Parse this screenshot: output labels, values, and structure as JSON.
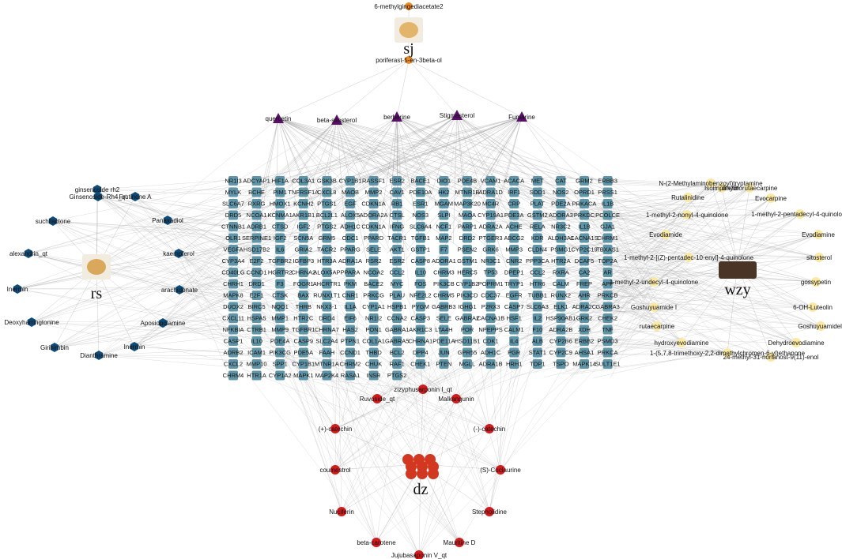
{
  "colors": {
    "background": "#ffffff",
    "edge": "#9a9a9a",
    "target_node": "#5e95a8",
    "shared_node": "#5b0f6b",
    "sj_node": "#f08a1e",
    "rs_node": "#0f4c78",
    "wzy_node": "#fae9a3",
    "dz_node": "#d7191c"
  },
  "herbs": [
    {
      "id": "sj",
      "label": "sj"
    },
    {
      "id": "rs",
      "label": "rs"
    },
    {
      "id": "wzy",
      "label": "wzy"
    },
    {
      "id": "dz",
      "label": "dz"
    }
  ],
  "shared_compounds": [
    "quercetin",
    "beta-sitosterol",
    "berberine",
    "Stigmasterol",
    "Fumarine"
  ],
  "compounds": {
    "sj": [
      "6-methylgingediacetate2",
      "poriferast-5-en-3beta-ol"
    ],
    "rs": [
      "ginsenoside rh2",
      "Ginsenoside-Rh4_qt",
      "Frutinone A",
      "suchilactone",
      "Panaxadiol",
      "alexandrin_qt",
      "kaempferol",
      "Inermin",
      "arachidonate",
      "Deoxyharringtonine",
      "Aposiopolamine",
      "Girinimbin",
      "Inermin",
      "Dianthramine"
    ],
    "wzy": [
      "N-(2-Methylaminobenzoyl)tryptamine",
      "Isoimpinellin",
      "dihydrorutaecarpine",
      "Rutalinidine",
      "Evocarpine",
      "1-methyl-2-nonyl-4-quinolone",
      "1-methyl-2-pentadecyl-4-quinolone",
      "Evodiamide",
      "Evodiamine",
      "1-methyl-2-[(Z)-pentadec-10-enyl]-4-quinolone",
      "sitosterol",
      "1-methyl-2-undecyl-4-quinolone",
      "gossypetin",
      "Goshuyuamide I",
      "6-OH-Luteolin",
      "rutaecarpine",
      "Goshuyuamidell",
      "hydroxyevodiamine",
      "Dehydroevodiamine",
      "1-(5,7,8-trimethoxy-2,2-dimethylchromen-6-yl)ethanone",
      "24-methyl-31-norlanost-9(11)-enol"
    ],
    "dz": [
      "zizyphusarponin I_qt",
      "Ruvoside_qt",
      "Malkangunin",
      "(+)-catechin",
      "(-)-catechin",
      "coumestrol",
      "(S)-Coclaurine",
      "Nuciferin",
      "Stepholidine",
      "beta-carotene",
      "Mauritine D",
      "Jujubasaponin V_qt"
    ]
  },
  "targets": [
    "NR1I3",
    "ADCYAP1",
    "HIF1A",
    "COL3A1",
    "GSK3B",
    "CYP1B1",
    "RASSF1",
    "ESR2",
    "BACE1",
    "DIO1",
    "PDE4B",
    "VCAM1",
    "ACACA",
    "MET",
    "CAT",
    "GRM2",
    "ERBB3",
    "MYLK",
    "BCHE",
    "PIM1",
    "TNFRSF1A",
    "CXCL8",
    "MAOB",
    "MMP2",
    "CAV1",
    "PDE10A",
    "HK2",
    "MTNR1B",
    "ADRA1D",
    "IRF1",
    "SOD1",
    "NOS2",
    "OPRD1",
    "PRSS1",
    "SLC6A7",
    "RXRG",
    "HMOX1",
    "KCNH2",
    "PTGS1",
    "EGF",
    "CDKN1A",
    "RB1",
    "ESR1",
    "MGAM",
    "MAP3K20",
    "MC4R",
    "CRP",
    "PLAT",
    "PDE2A",
    "PRKACA",
    "IL1B",
    "DRD5",
    "NCOA1",
    "KCNMA1",
    "AKR1B1",
    "BCL2L1",
    "ALOX5",
    "ADORA2A",
    "CTSL",
    "NOS3",
    "SLPI",
    "MAOA",
    "CYP19A1",
    "PDE3A",
    "GSTM2",
    "ADORA3",
    "PRKDC",
    "PCOLCE",
    "CTNNB1",
    "ADRB1",
    "CTSD",
    "IGF2",
    "PTGS2",
    "ADH1C",
    "CDKN1A",
    "IFNG",
    "SLC6A4",
    "NCF1",
    "PARP1",
    "ADRA2A",
    "ACHE",
    "RELA",
    "NR3C2",
    "IL1B",
    "GJA1",
    "OLR1",
    "SERPINE1",
    "IGF2",
    "SCN5A",
    "GRM5",
    "ODC1",
    "PPARD",
    "TACR1",
    "TGFB1",
    "MAP2",
    "DRD2",
    "PTGER3",
    "ABCG2",
    "KDR",
    "ALDH3A1",
    "CACNA1S",
    "CHRM1",
    "VEGFA",
    "HSD17B2",
    "IL6",
    "GRIA2",
    "TACR2",
    "PPARG",
    "SELE",
    "AKT1",
    "GSTP1",
    "F7",
    "PSEN2",
    "GRK6",
    "MMP3",
    "CLDN4",
    "PSMG1",
    "CYP2C19",
    "TBXAS1",
    "CYP3A4",
    "E2F2",
    "TGFBR2",
    "IGFBP3",
    "HTR3A",
    "ADRA1A",
    "RSR2",
    "ESR2",
    "CASP8",
    "ADORA1",
    "GSTM1",
    "NR3C1",
    "CNR2",
    "PPP3CA",
    "HTR2A",
    "DCAF5",
    "TOP2A",
    "CD40LG",
    "CCND1",
    "HGRTR2",
    "CHRNA2",
    "ALOX5AP",
    "PPARA",
    "NCOA2",
    "CCL2",
    "IL10",
    "CHRM3",
    "HERC5",
    "TP53",
    "DPEP1",
    "CCL2",
    "RXRA",
    "CA2",
    "AR",
    "CHRH1",
    "DRD1",
    "F3",
    "FOGR1",
    "AHCRTR1",
    "PKM",
    "BACE2",
    "MYC",
    "FOS",
    "PIK3CB",
    "CYP1B2",
    "POPRM1",
    "TRYP1",
    "HTR6",
    "CALM",
    "FREP",
    "APP",
    "MAPK8",
    "E2F1",
    "CTSK",
    "BAX",
    "RUNX1T1",
    "CNR1",
    "PRKCG",
    "PLAU",
    "NFE2L2",
    "CHRM5",
    "PIK3CD",
    "CDC37",
    "EGFR",
    "TUBB1",
    "RUNX2",
    "AHR",
    "PRKCB",
    "DUOX2",
    "BIRC5",
    "NQO1",
    "THRB",
    "NKX3-1",
    "IL1A",
    "CYP1A1",
    "HSPB1",
    "PYGM",
    "GABRB3",
    "IGHG1",
    "P2RX3",
    "CASP7",
    "SLC6A3",
    "ELK1",
    "ADRA2C",
    "GABRA3",
    "CXCL11",
    "HSPA5",
    "MMP1",
    "HTR2C",
    "DRD4",
    "EIF6",
    "NR1I2",
    "CCNA2",
    "CASP3",
    "SELE",
    "GABRA2",
    "CACNA1B",
    "HSF1",
    "IL2",
    "HSP90AB1",
    "GRK2",
    "CHEK2",
    "NFKBIA",
    "CTRB1",
    "MMP9",
    "TGFBR1",
    "CHRNA7",
    "HAS2",
    "PON1",
    "GABRA1",
    "AKR1C3",
    "LTA4H",
    "POR",
    "NPEPPS",
    "CALM1",
    "F10",
    "ADRA2B",
    "XDH",
    "TNF",
    "CASP1",
    "IL10",
    "PDE4A",
    "CASP9",
    "SLC2A4",
    "PTPN1",
    "COL1A1",
    "GABRA5",
    "CHRNA1",
    "PDE11A",
    "HSD11B1",
    "CDK1",
    "IL4",
    "ALB",
    "CYP2B6",
    "ERBB2",
    "PSMD3",
    "ADRB2",
    "ICAM1",
    "PIK3CG",
    "PDE5A",
    "FAAH",
    "CCND1",
    "THBD",
    "BCL2",
    "DPP4",
    "JUN",
    "GPR55",
    "ADH1C",
    "PGR",
    "STAT1",
    "CYP2C9",
    "AHSA1",
    "PRKCA",
    "CXCL2",
    "MMP10",
    "SPP1",
    "CYP1B1",
    "MTNR1A",
    "CHRM2",
    "CHUK",
    "RAF1",
    "CHEK1",
    "PTEN",
    "MGLL",
    "ADRA1B",
    "HRH1",
    "TOP1",
    "TSPO",
    "MAPK14",
    "SULT1E1",
    "CHRM4",
    "HTR1A",
    "CYP1A2",
    "MAPK1",
    "MAP2K4",
    "RASA1",
    "INSR",
    "PTGS2"
  ]
}
